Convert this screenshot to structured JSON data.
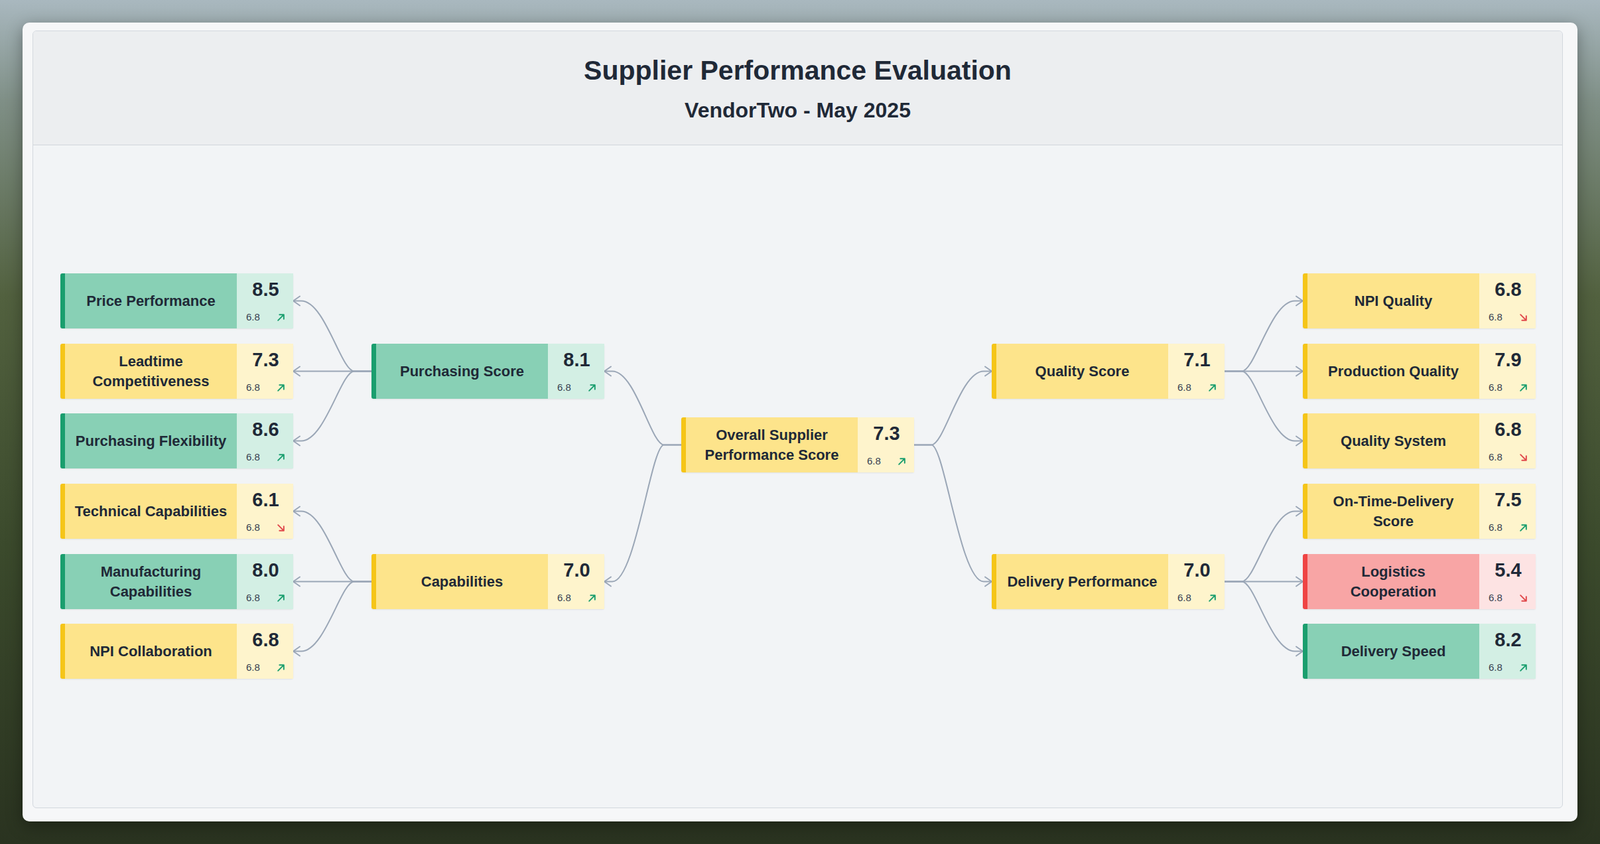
{
  "diagram": {
    "title": "Supplier Performance Evaluation",
    "nodes": [
      {
        "text": [
          "Price Performance",
          "8.5",
          "6.8"
        ]
      },
      {
        "text": [
          "Leadtime Competitiveness",
          "7.3",
          "6.8"
        ]
      },
      {
        "text": [
          "Purchasing Flexibility",
          "8.6",
          "6.8"
        ]
      },
      {
        "text": [
          "Technical Capabilities",
          "6.1",
          "6.8"
        ]
      },
      {
        "text": [
          "Manufacturing Capabilities",
          "8.0",
          "6.8"
        ]
      },
      {
        "text": [
          "NPI Collaboration",
          "6.8",
          "6.8"
        ]
      },
      {
        "text": [
          "Purchasing Score",
          "8.1",
          "6.8"
        ]
      },
      {
        "text": [
          "Capabilities",
          "7.0",
          "6.8"
        ]
      },
      {
        "text": [
          "Overall Supplier Performance Score",
          "7.3",
          "6.8"
        ]
      },
      {
        "text": [
          "Quality Score",
          "7.1",
          "6.8"
        ]
      },
      {
        "text": [
          "Delivery Performance",
          "7.0",
          "6.8"
        ]
      },
      {
        "text": [
          "NPI Quality",
          "6.8",
          "6.8"
        ]
      },
      {
        "text": [
          "Production Quality",
          "7.9",
          "6.8"
        ]
      },
      {
        "text": [
          "Quality System",
          "6.8",
          "6.8"
        ]
      },
      {
        "text": [
          "On-Time-Delivery Score",
          "7.5",
          "6.8"
        ]
      },
      {
        "text": [
          "Logistics Cooperation",
          "5.4",
          "6.8"
        ]
      },
      {
        "text": [
          "Delivery Speed",
          "8.2",
          "6.8"
        ]
      }
    ],
    "edges": [
      {
        "from": 8,
        "to": 6,
        "arrow": "to"
      },
      {
        "from": 8,
        "to": 7,
        "arrow": "to"
      },
      {
        "from": 8,
        "to": 9,
        "arrow": "to"
      },
      {
        "from": 8,
        "to": 10,
        "arrow": "to"
      },
      {
        "from": 6,
        "to": 0,
        "arrow": "to"
      },
      {
        "from": 6,
        "to": 1,
        "arrow": "to"
      },
      {
        "from": 6,
        "to": 2,
        "arrow": "to"
      },
      {
        "from": 7,
        "to": 3,
        "arrow": "to"
      },
      {
        "from": 7,
        "to": 4,
        "arrow": "to"
      },
      {
        "from": 7,
        "to": 5,
        "arrow": "to"
      },
      {
        "from": 9,
        "to": 11,
        "arrow": "to"
      },
      {
        "from": 9,
        "to": 12,
        "arrow": "to"
      },
      {
        "from": 9,
        "to": 13,
        "arrow": "to"
      },
      {
        "from": 10,
        "to": 14,
        "arrow": "to"
      },
      {
        "from": 10,
        "to": 15,
        "arrow": "to"
      },
      {
        "from": 10,
        "to": 16,
        "arrow": "to"
      }
    ],
    "labels": [
      "VendorTwo - May 2025"
    ]
  }
}
